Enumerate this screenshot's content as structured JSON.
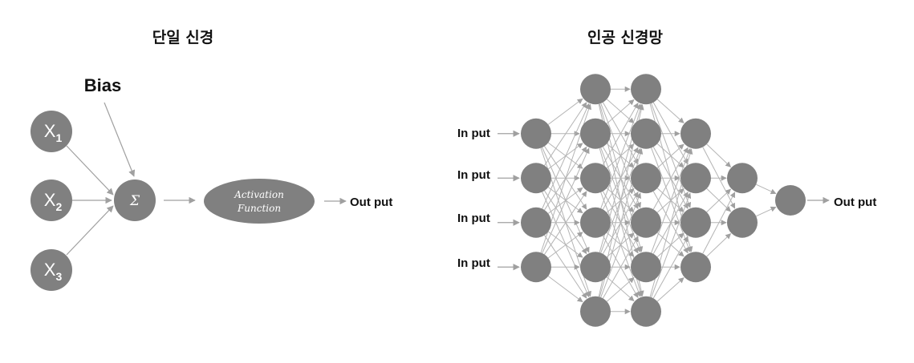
{
  "single_neuron": {
    "title": "단일 신경",
    "bias_label": "Bias",
    "inputs": [
      {
        "base": "X",
        "sub": "1"
      },
      {
        "base": "X",
        "sub": "2"
      },
      {
        "base": "X",
        "sub": "3"
      }
    ],
    "sum_symbol": "Σ",
    "activation_line1": "Activation",
    "activation_line2": "Function",
    "output_label": "Out put"
  },
  "neural_network": {
    "title": "인공 신경망",
    "input_labels": [
      "In put",
      "In put",
      "In put",
      "In put"
    ],
    "output_label": "Out put",
    "layer_sizes": [
      4,
      6,
      6,
      4,
      2,
      1
    ]
  },
  "colors": {
    "node": "#808080",
    "edge": "#b4b4b4",
    "arrow": "#a0a0a0",
    "text": "#111111"
  }
}
